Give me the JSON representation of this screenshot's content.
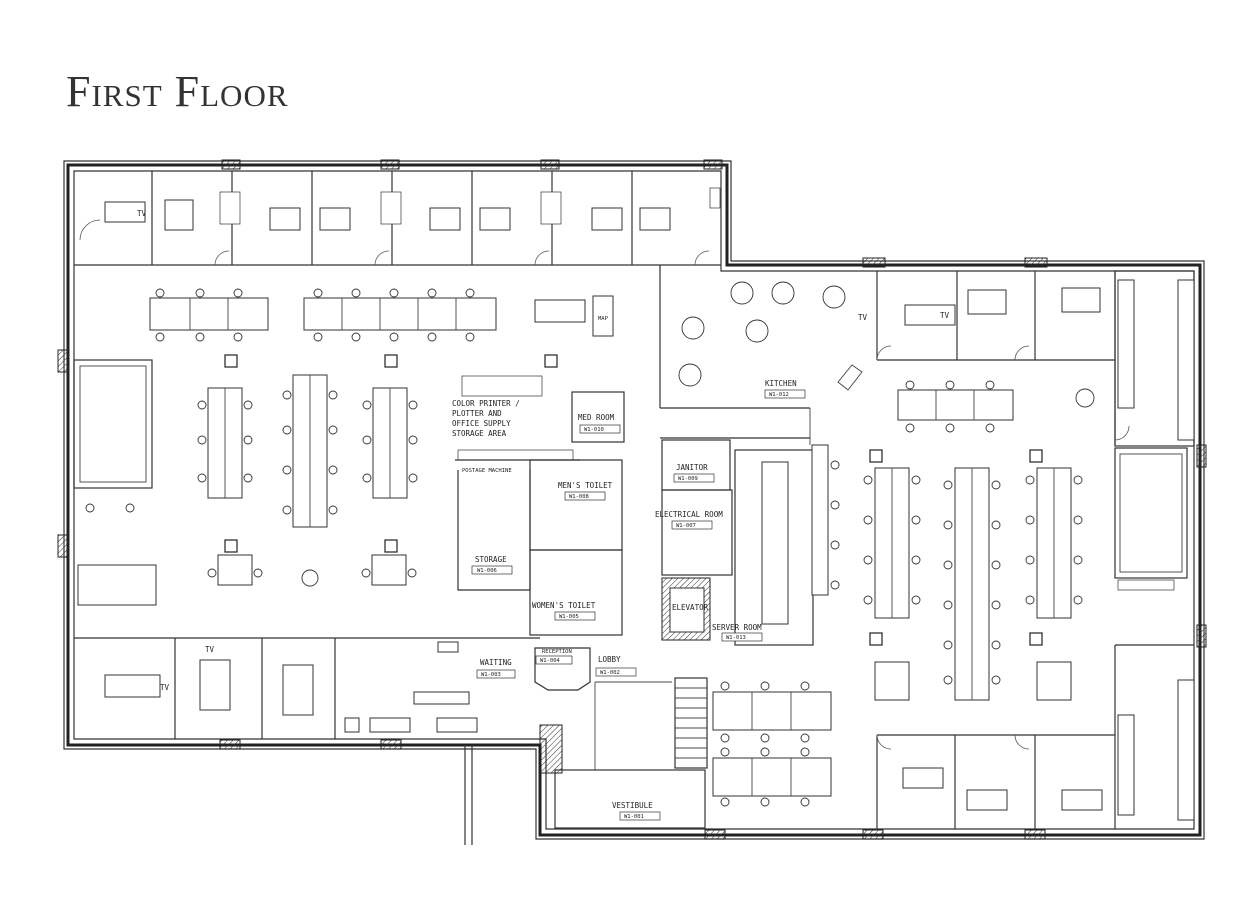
{
  "title": "First Floor",
  "labels": {
    "kitchen": "KITCHEN",
    "kitchen_tag": "W1-012",
    "color_printer_1": "COLOR PRINTER /",
    "color_printer_2": "PLOTTER AND",
    "color_printer_3": "OFFICE SUPPLY",
    "color_printer_4": "STORAGE AREA",
    "med_room": "MED ROOM",
    "med_room_tag": "W1-010",
    "janitor": "JANITOR",
    "janitor_tag": "W1-009",
    "mens_toilet": "MEN'S TOILET",
    "mens_toilet_tag": "W1-008",
    "electrical_room": "ELECTRICAL ROOM",
    "electrical_room_tag": "W1-007",
    "storage": "STORAGE",
    "storage_tag": "W1-006",
    "womens_toilet": "WOMEN'S TOILET",
    "womens_toilet_tag": "W1-005",
    "elevator": "ELEVATOR",
    "server_room": "SERVER ROOM",
    "server_room_tag": "W1-013",
    "reception": "RECEPTION",
    "reception_tag": "W1-004",
    "waiting": "WAITING",
    "waiting_tag": "W1-003",
    "lobby": "LOBBY",
    "lobby_tag": "W1-002",
    "vestibule": "VESTIBULE",
    "vestibule_tag": "W1-001",
    "postage_machine": "POSTAGE MACHINE",
    "tv": "TV",
    "map": "MAP"
  }
}
